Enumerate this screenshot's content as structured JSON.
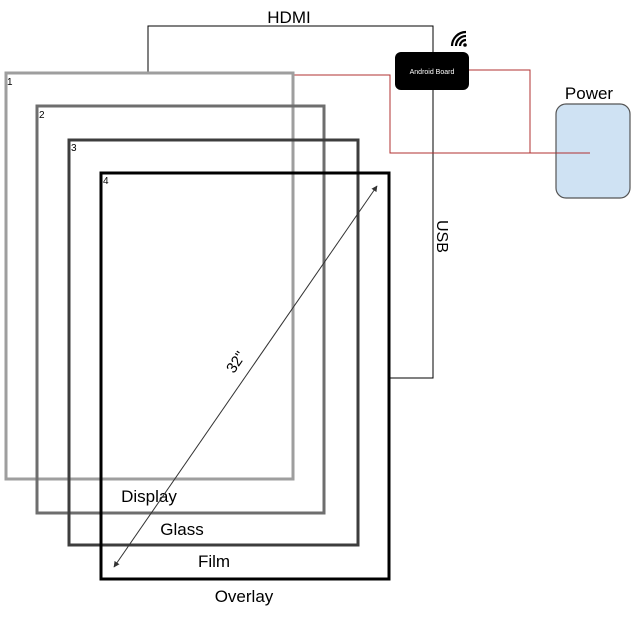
{
  "layers": [
    {
      "number": "1",
      "name": "Display",
      "stroke": "#9e9e9e"
    },
    {
      "number": "2",
      "name": "Glass",
      "stroke": "#6e6e6e"
    },
    {
      "number": "3",
      "name": "Film",
      "stroke": "#3d3d3d"
    },
    {
      "number": "4",
      "name": "Overlay",
      "stroke": "#000000"
    }
  ],
  "connections": {
    "hdmi_label": "HDMI",
    "usb_label": "USB",
    "power_wire_color": "#b03030"
  },
  "android_board": {
    "label": "Android Board",
    "fill": "#000000",
    "text_color": "#ffffff",
    "icon": "wifi-icon"
  },
  "power": {
    "label": "Power",
    "fill": "#cfe2f3",
    "stroke": "#555555"
  },
  "diagonal": {
    "label": "32\""
  }
}
